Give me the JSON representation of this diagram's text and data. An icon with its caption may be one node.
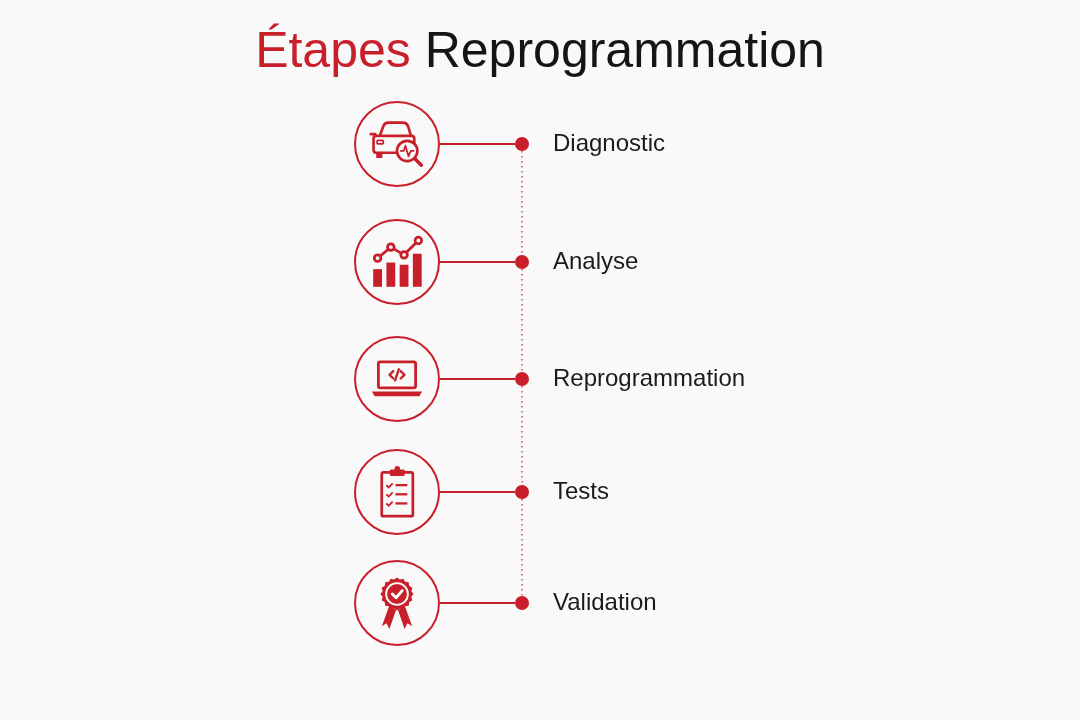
{
  "diagram": {
    "title": "Étapes Reprogrammation",
    "nodes": [
      {
        "text": [],
        "shape": "circle"
      },
      {
        "text": [],
        "shape": "circle",
        "beside": [
          "Diagnostic"
        ]
      },
      {
        "text": [],
        "shape": "circle"
      },
      {
        "text": [],
        "shape": "circle",
        "beside": [
          "Analyse"
        ]
      },
      {
        "text": [],
        "shape": "circle"
      },
      {
        "text": [],
        "shape": "circle",
        "beside": [
          "Reprogrammation"
        ]
      },
      {
        "text": [],
        "shape": "circle"
      },
      {
        "text": [],
        "shape": "circle",
        "beside": [
          "Tests"
        ]
      },
      {
        "text": [],
        "shape": "circle"
      },
      {
        "text": [],
        "shape": "circle",
        "beside": [
          "Validation"
        ]
      }
    ],
    "edges": [
      {
        "from": 0,
        "to": 1,
        "arrow": "none"
      },
      {
        "from": 2,
        "to": 3,
        "arrow": "none"
      },
      {
        "from": 4,
        "to": 5,
        "arrow": "none"
      },
      {
        "from": 6,
        "to": 7,
        "arrow": "none"
      },
      {
        "from": 8,
        "to": 9,
        "arrow": "none"
      },
      {
        "from": 1,
        "to": 3,
        "arrow": "none",
        "style": "dashed"
      },
      {
        "from": 3,
        "to": 5,
        "arrow": "none",
        "style": "dashed"
      },
      {
        "from": 5,
        "to": 7,
        "arrow": "none",
        "style": "dashed"
      },
      {
        "from": 7,
        "to": 9,
        "arrow": "none",
        "style": "dashed"
      }
    ]
  }
}
